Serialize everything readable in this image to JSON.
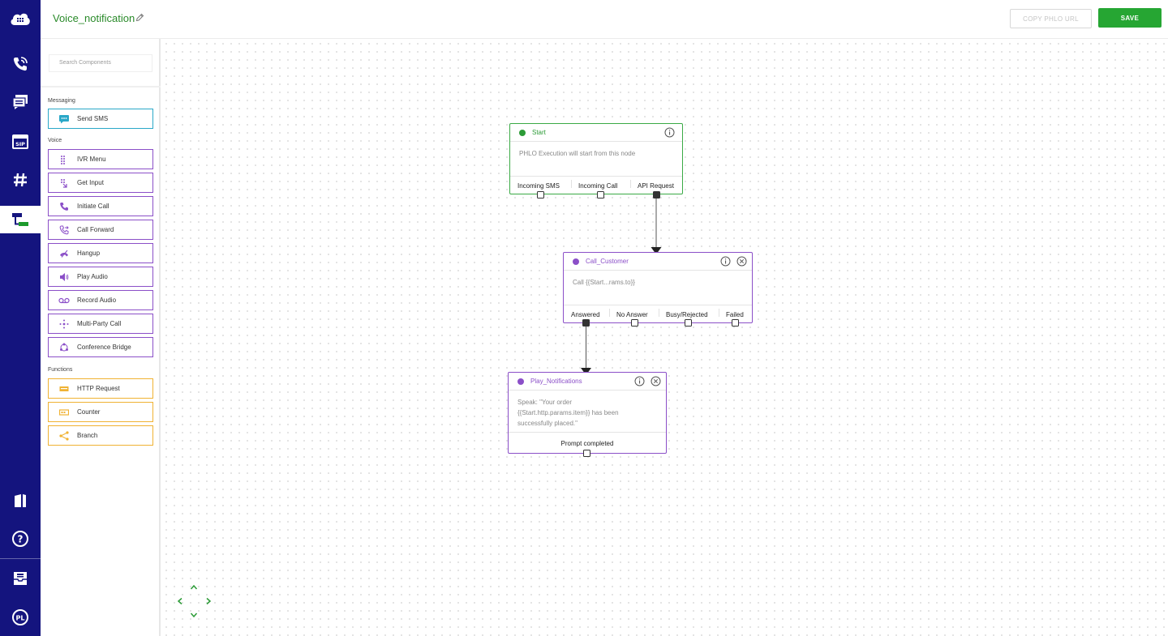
{
  "header": {
    "title": "Voice_notification",
    "copy_url_label": "COPY PHLO URL",
    "save_label": "SAVE"
  },
  "rail": {
    "items": [
      "cloud-logo-icon",
      "voice-calls-icon",
      "messaging-icon",
      "sip-icon",
      "numbers-icon",
      "phlo-icon",
      "docs-icon",
      "help-icon",
      "inbox-icon",
      "profile-icon"
    ],
    "active": "phlo-icon",
    "profile_initials": "PL"
  },
  "panel": {
    "search_placeholder": "Search Components",
    "sections": {
      "messaging": "Messaging",
      "voice": "Voice",
      "functions": "Functions"
    },
    "messaging": [
      {
        "label": "Send SMS",
        "icon": "sms-icon"
      }
    ],
    "voice": [
      {
        "label": "IVR Menu",
        "icon": "keypad-icon"
      },
      {
        "label": "Get Input",
        "icon": "get-input-icon"
      },
      {
        "label": "Initiate Call",
        "icon": "phone-icon"
      },
      {
        "label": "Call Forward",
        "icon": "call-forward-icon"
      },
      {
        "label": "Hangup",
        "icon": "hangup-icon"
      },
      {
        "label": "Play Audio",
        "icon": "speaker-icon"
      },
      {
        "label": "Record Audio",
        "icon": "voicemail-icon"
      },
      {
        "label": "Multi-Party Call",
        "icon": "multi-party-icon"
      },
      {
        "label": "Conference Bridge",
        "icon": "conference-icon"
      }
    ],
    "functions": [
      {
        "label": "HTTP Request",
        "icon": "http-request-icon"
      },
      {
        "label": "Counter",
        "icon": "counter-icon"
      },
      {
        "label": "Branch",
        "icon": "branch-icon"
      }
    ]
  },
  "nodes": {
    "start": {
      "name": "Start",
      "body": "PHLO Execution will start from this node",
      "outputs": [
        "Incoming SMS",
        "Incoming Call",
        "API Request"
      ]
    },
    "call_customer": {
      "name": "Call_Customer",
      "body": "Call {{Start...rams.to}}",
      "outputs": [
        "Answered",
        "No Answer",
        "Busy/Rejected",
        "Failed"
      ]
    },
    "play_notifications": {
      "name": "Play_Notifications",
      "body_lines": [
        "Speak: \"Your order",
        "{{Start.http.params.item}} has been",
        "successfully placed.\""
      ],
      "outputs": [
        "Prompt completed"
      ]
    }
  },
  "colors": {
    "rail": "#14147e",
    "save": "#26a633",
    "start_node": "#3aaa45",
    "voice_node": "#8b4fc8",
    "messaging": "#2aa8c8",
    "functions": "#f0b232"
  }
}
